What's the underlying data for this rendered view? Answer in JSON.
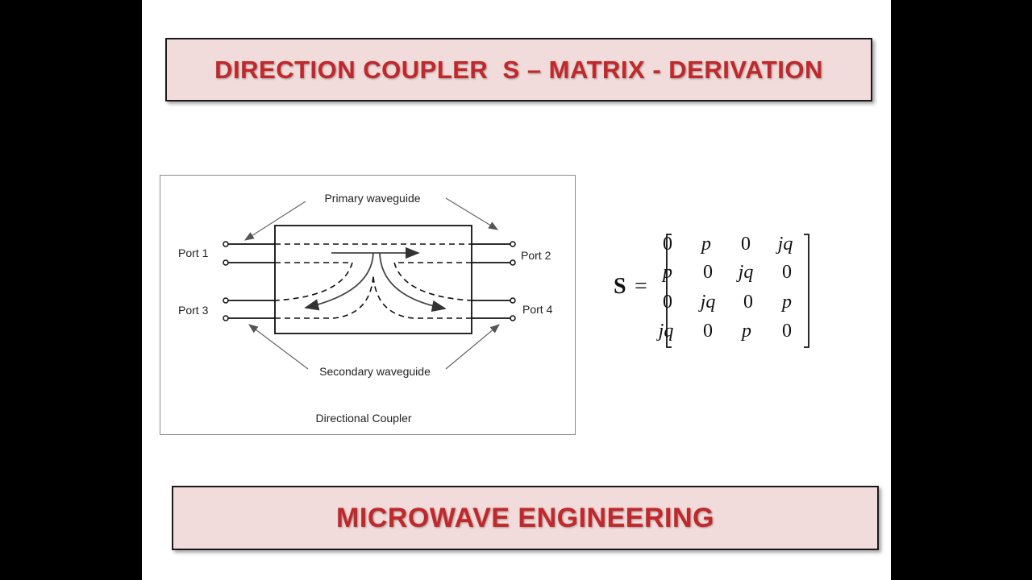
{
  "slide": {
    "title": "DIRECTION COUPLER  S – MATRIX - DERIVATION",
    "footer": "MICROWAVE ENGINEERING"
  },
  "diagram": {
    "primary_label": "Primary waveguide",
    "secondary_label": "Secondary waveguide",
    "caption": "Directional Coupler",
    "ports": [
      "Port 1",
      "Port 2",
      "Port 3",
      "Port 4"
    ]
  },
  "matrix": {
    "lhs": "S",
    "equals": "=",
    "rows": [
      [
        "0",
        "p",
        "0",
        "jq"
      ],
      [
        "p",
        "0",
        "jq",
        "0"
      ],
      [
        "0",
        "jq",
        "0",
        "p"
      ],
      [
        "jq",
        "0",
        "p",
        "0"
      ]
    ]
  },
  "colors": {
    "title_text": "#c0282b",
    "banner_bg": "#f2dcdb",
    "side_bars": "#000000"
  }
}
